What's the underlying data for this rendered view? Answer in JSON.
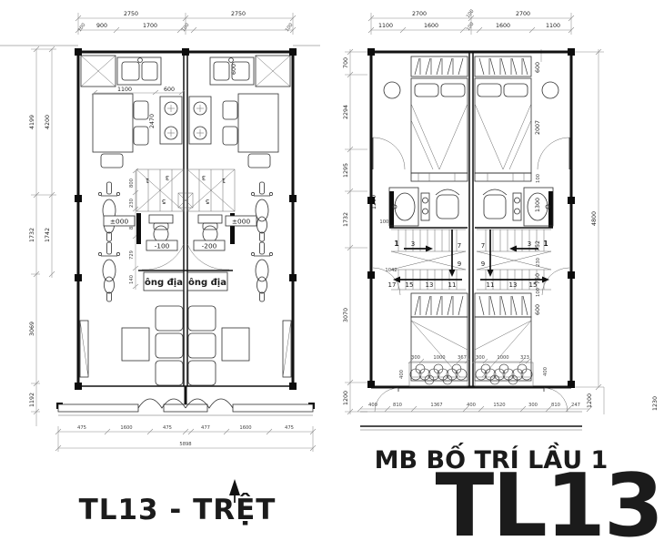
{
  "titles": {
    "left": "TL13 - TRỆT",
    "right_sub": "MB BỐ TRÍ LẦU 1",
    "right_big": "TL13"
  },
  "lp": {
    "top1": [
      "2750",
      "2750"
    ],
    "top2": [
      "100",
      "900",
      "1700",
      "100",
      "100"
    ],
    "kd": [
      "1100",
      "600",
      "2470",
      "600"
    ],
    "lout": [
      "4199",
      "1732",
      "3069",
      "1192"
    ],
    "lin": [
      "4200",
      "1742"
    ],
    "sdim": [
      "800",
      "230",
      "850",
      "729",
      "140"
    ],
    "snum": [
      "1",
      "3",
      "3",
      "1",
      "5",
      "5"
    ],
    "lvl": [
      "±000",
      "±000",
      "-100",
      "-200"
    ],
    "altar": [
      "ông địa",
      "ông địa"
    ],
    "bot": [
      "475",
      "1600",
      "475",
      "477",
      "1600",
      "475"
    ],
    "total": "5898"
  },
  "rp": {
    "top1": [
      "2700",
      "100",
      "2700"
    ],
    "top2": [
      "1100",
      "1600",
      "100",
      "1600",
      "1100"
    ],
    "lcol": [
      "700",
      "2294",
      "1295",
      "1732",
      "3070",
      "1200"
    ],
    "lsm": [
      "1200",
      "1005",
      "1042"
    ],
    "rcol": [
      "600",
      "2007",
      "100",
      "1300",
      "752",
      "230",
      "750",
      "100",
      "600"
    ],
    "far": [
      "4800",
      "1200",
      "1230"
    ],
    "sl": [
      "1",
      "3",
      "7",
      "9",
      "11",
      "13",
      "15",
      "17"
    ],
    "sr": [
      "1",
      "3",
      "7",
      "9",
      "11",
      "13",
      "15"
    ],
    "pt": [
      "300",
      "1000",
      "367",
      "300",
      "1000",
      "323"
    ],
    "pb": [
      "400",
      "810",
      "1367",
      "400",
      "1520",
      "300",
      "810",
      "247"
    ],
    "v400": [
      "400",
      "400"
    ]
  }
}
